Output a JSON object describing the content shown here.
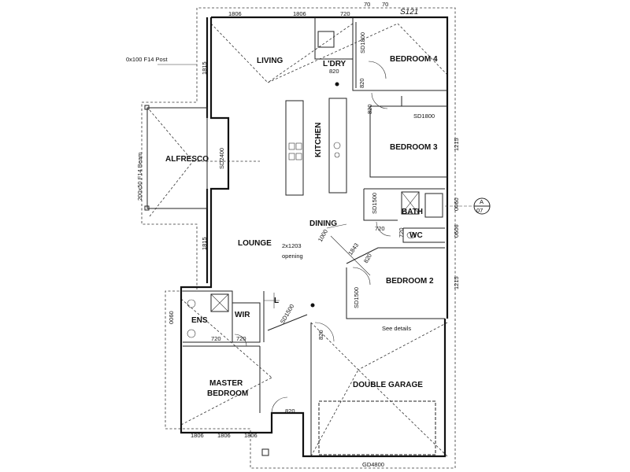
{
  "top_corner_text": "S121",
  "top_dimensions": [
    "1806",
    "1806",
    "720",
    "70",
    "70"
  ],
  "bottom_dimensions": [
    "1806",
    "1806",
    "1806"
  ],
  "left_dimensions": [
    "1815",
    "1815",
    "0060"
  ],
  "right_dimensions": [
    "1215",
    "0060",
    "0606",
    "1215"
  ],
  "post_note": "0x100 F14 Post",
  "beam_note": "200x50 F14 Beam",
  "rooms": {
    "living": "LIVING",
    "laundry": "L'DRY",
    "bedroom4": "BEDROOM 4",
    "kitchen": "KITCHEN",
    "bedroom3": "BEDROOM 3",
    "alfresco": "ALFRESCO",
    "bath": "BATH",
    "dining": "DINING",
    "wc": "WC",
    "lounge": "LOUNGE",
    "bedroom2": "BEDROOM 2",
    "ens": "ENS",
    "wir": "WIR",
    "linen": "L",
    "master_line1": "MASTER",
    "master_line2": "BEDROOM",
    "garage": "DOUBLE GARAGE"
  },
  "labels": {
    "sd1800_bed4": "SD1800",
    "sd1800_bed3": "SD1800",
    "sd2400": "SD2400",
    "sd1500_bath": "SD1500",
    "sd1500_bed2": "SD1500",
    "sd1500_lounge": "SD1500",
    "opening_size": "2x1203",
    "opening_word": "opening",
    "see_details": "See details",
    "garage_door": "GD4800",
    "dim_1000": "1000",
    "dim_1843": "1843",
    "door_820_ldry": "820",
    "door_820_bed4": "820",
    "door_820_bed3": "820",
    "door_820_bed2": "820",
    "door_820_garage": "820",
    "door_820_master": "820",
    "door_720_bath": "720",
    "door_720_wc": "720",
    "door_720_ens": "720",
    "door_720_wir": "720"
  },
  "section_marker": {
    "letter": "A",
    "number": "07"
  }
}
